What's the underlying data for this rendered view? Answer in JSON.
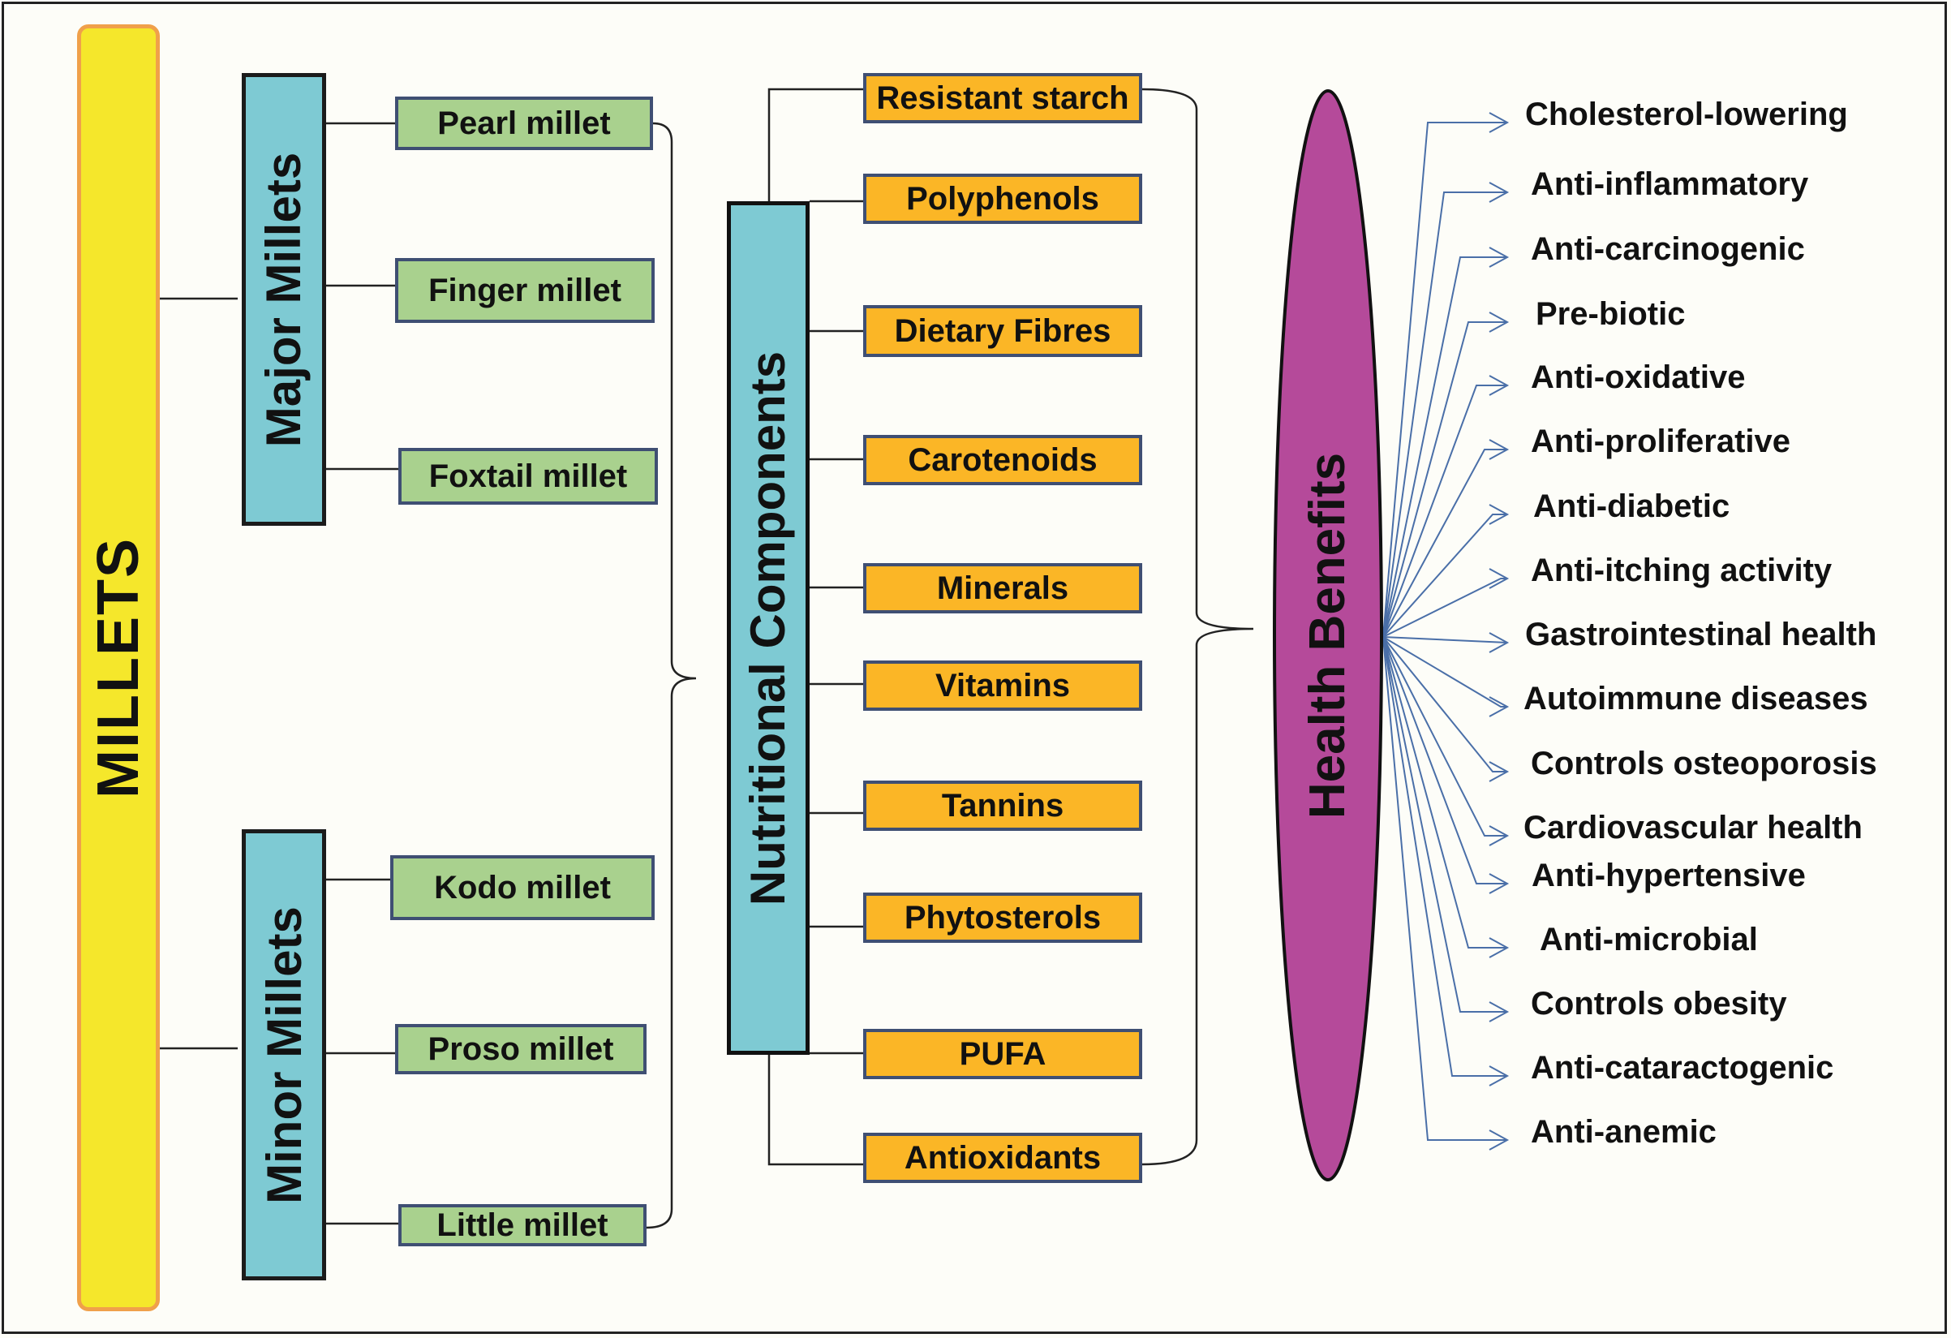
{
  "millets_label": "MILLETS",
  "major": {
    "label": "Major Millets",
    "items": [
      "Pearl millet",
      "Finger millet",
      "Foxtail millet"
    ]
  },
  "minor": {
    "label": "Minor Millets",
    "items": [
      "Kodo millet",
      "Proso millet",
      "Little  millet"
    ]
  },
  "nutritional": {
    "label": "Nutritional Components",
    "items": [
      "Resistant starch",
      "Polyphenols",
      "Dietary Fibres",
      "Carotenoids",
      "Minerals",
      "Vitamins",
      "Tannins",
      "Phytosterols",
      "PUFA",
      "Antioxidants"
    ]
  },
  "health": {
    "label": "Health Benefits",
    "items": [
      "Cholesterol-lowering",
      "Anti-inflammatory",
      "Anti-carcinogenic",
      "Pre-biotic",
      "Anti-oxidative",
      "Anti-proliferative",
      "Anti-diabetic",
      "Anti-itching activity",
      "Gastrointestinal health",
      "Autoimmune diseases",
      "Controls osteoporosis",
      "Cardiovascular health",
      "Anti-hypertensive",
      "Anti-microbial",
      "Controls obesity",
      "Anti-cataractogenic",
      "Anti-anemic"
    ]
  },
  "colors": {
    "millets_fill": "#f5e72b",
    "millets_border": "#f0a04a",
    "category_fill": "#7ecad3",
    "variety_fill": "#a9d18e",
    "component_fill": "#fbb626",
    "ellipse_fill": "#b54a9a",
    "arrow_color": "#4a6fa8"
  }
}
